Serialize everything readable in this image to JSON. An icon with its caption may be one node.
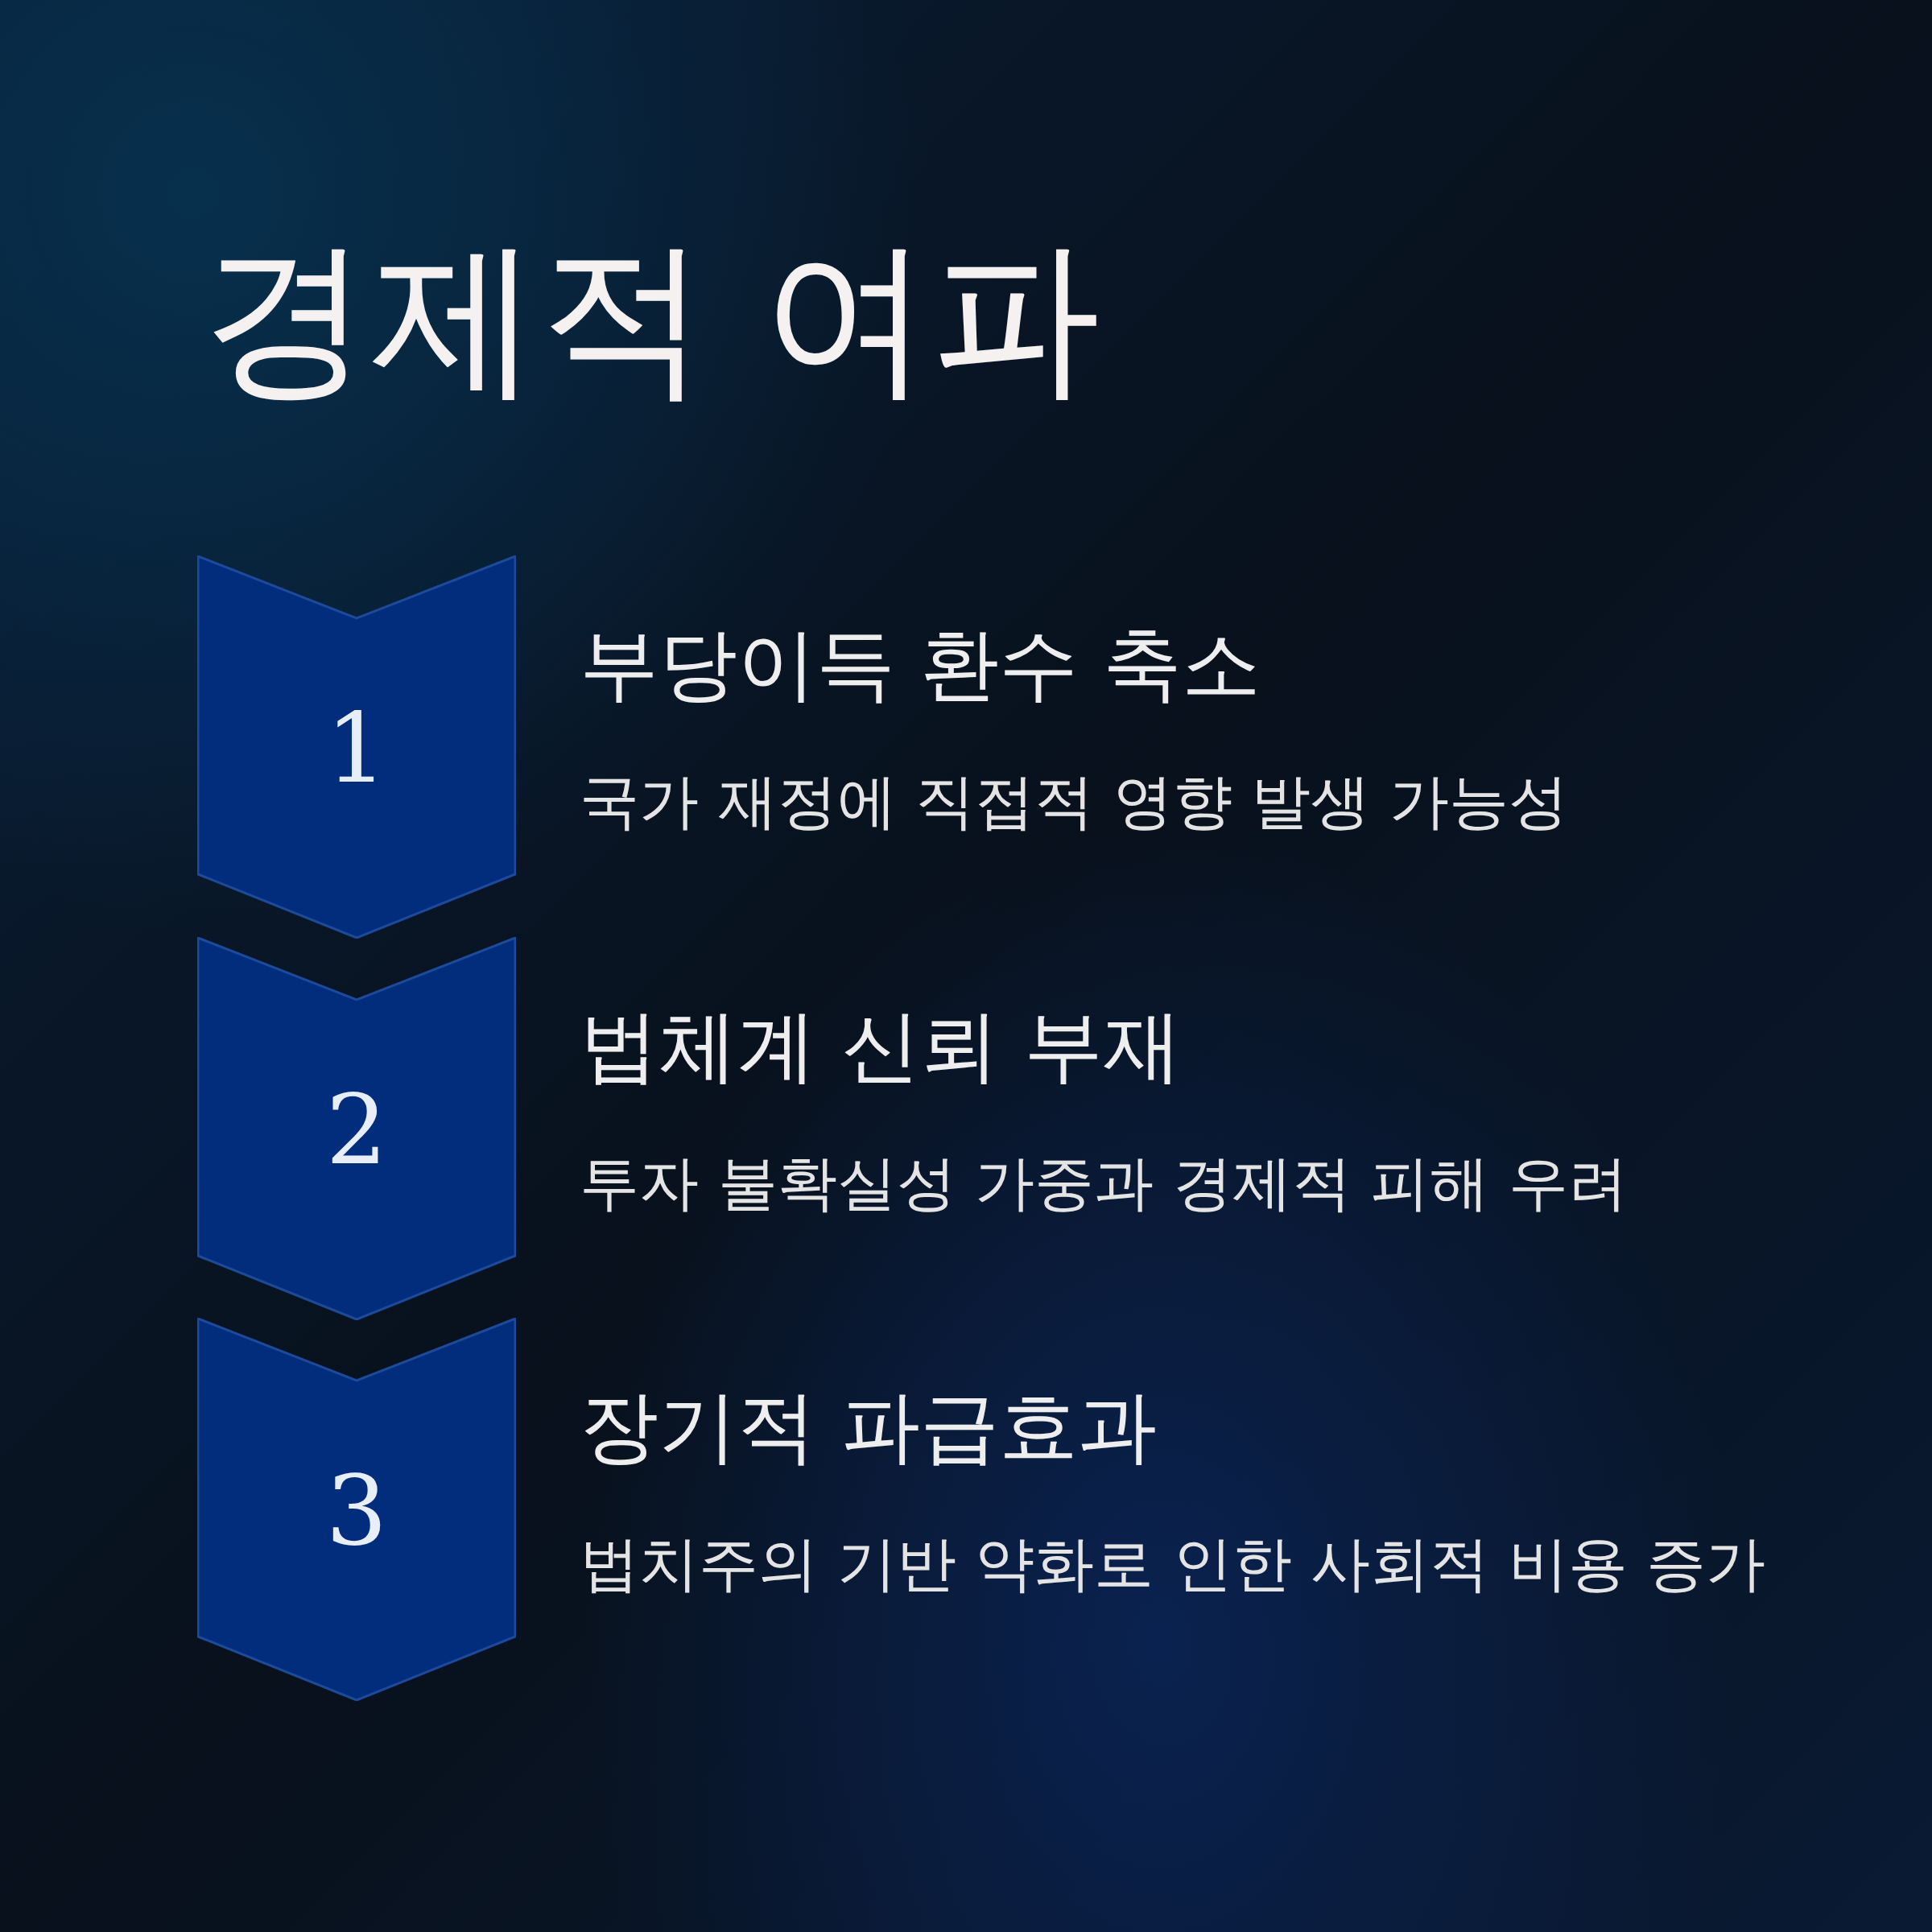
{
  "diagram": {
    "title": "경제적 여파",
    "nodes": [
      {
        "text": [
          "1"
        ],
        "beside": [
          "부당이득 환수 축소",
          "국가 재정에 직접적 영향 발생 가능성"
        ]
      },
      {
        "text": [
          "2"
        ],
        "beside": [
          "법체계 신뢰 부재",
          "투자 불확실성 가중과 경제적 피해 우려"
        ]
      },
      {
        "text": [
          "3"
        ],
        "beside": [
          "장기적 파급효과",
          "법치주의 기반 약화로 인한 사회적 비용 증가"
        ]
      }
    ],
    "edges": []
  }
}
